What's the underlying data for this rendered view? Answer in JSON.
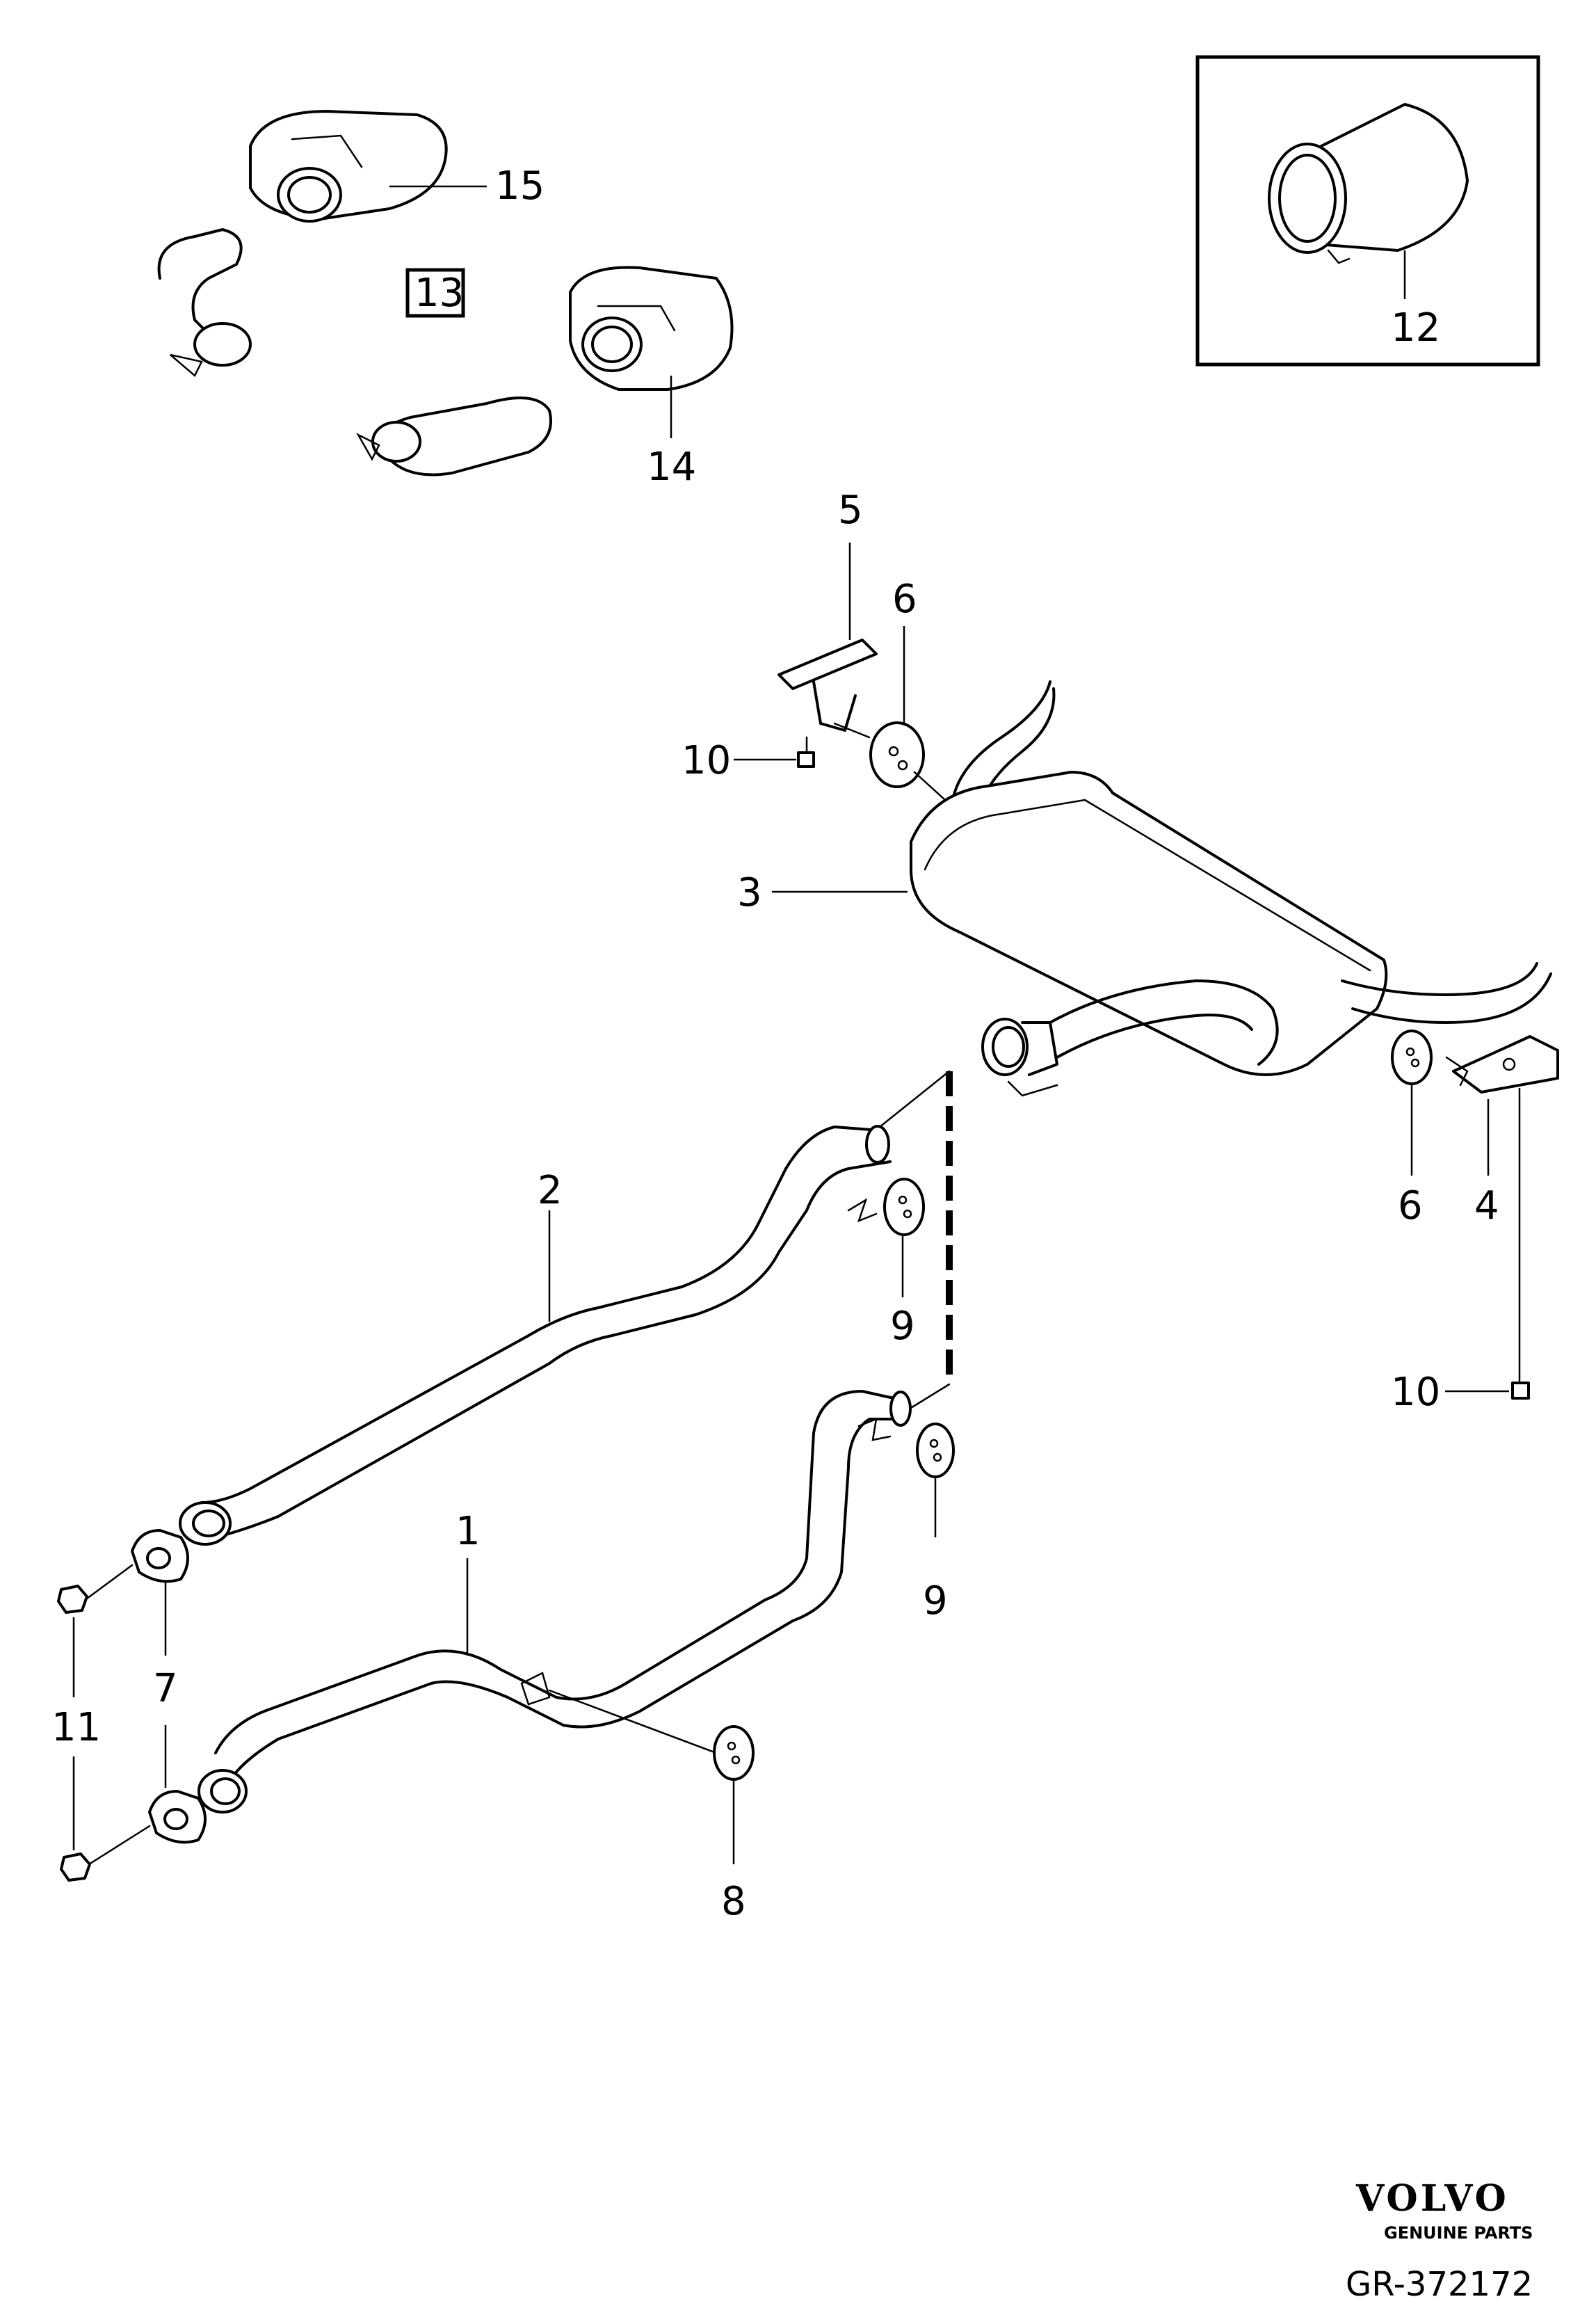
{
  "callouts": {
    "c1": "1",
    "c2": "2",
    "c3": "3",
    "c4": "4",
    "c5": "5",
    "c6a": "6",
    "c6b": "6",
    "c7": "7",
    "c8": "8",
    "c9a": "9",
    "c9b": "9",
    "c10a": "10",
    "c10b": "10",
    "c11": "11",
    "c12": "12",
    "c13": "13",
    "c14": "14",
    "c15": "15"
  },
  "footer": {
    "brand": "VOLVO",
    "tagline": "GENUINE PARTS",
    "code": "GR-372172"
  }
}
